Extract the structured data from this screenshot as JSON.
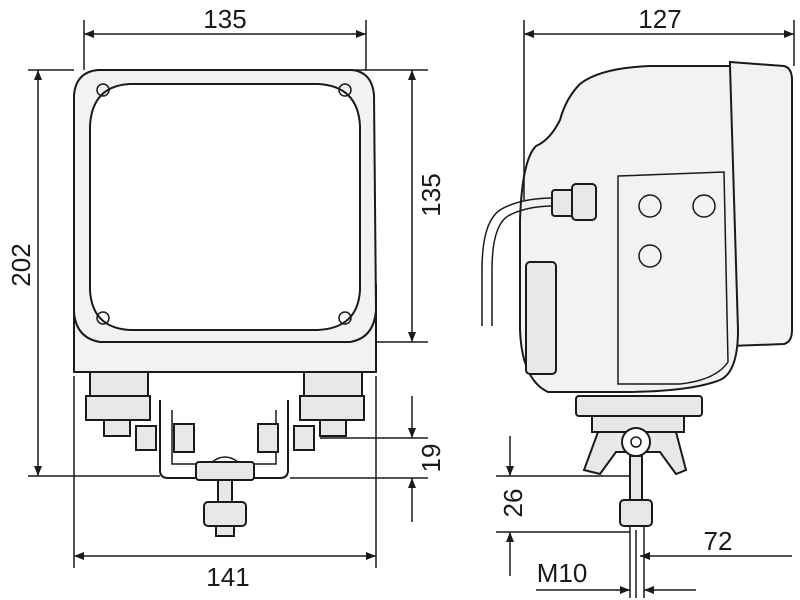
{
  "drawing": {
    "dimensions": {
      "front_width_top": "135",
      "front_lens_height": "135",
      "front_total_height": "202",
      "front_bracket_height": "19",
      "front_width_bottom": "141",
      "side_depth": "127",
      "side_mount_height": "26",
      "side_offset": "72",
      "thread": "M10"
    },
    "colors": {
      "line": "#1a1a1a",
      "background": "#ffffff",
      "fill": "#f2f2f2"
    }
  }
}
